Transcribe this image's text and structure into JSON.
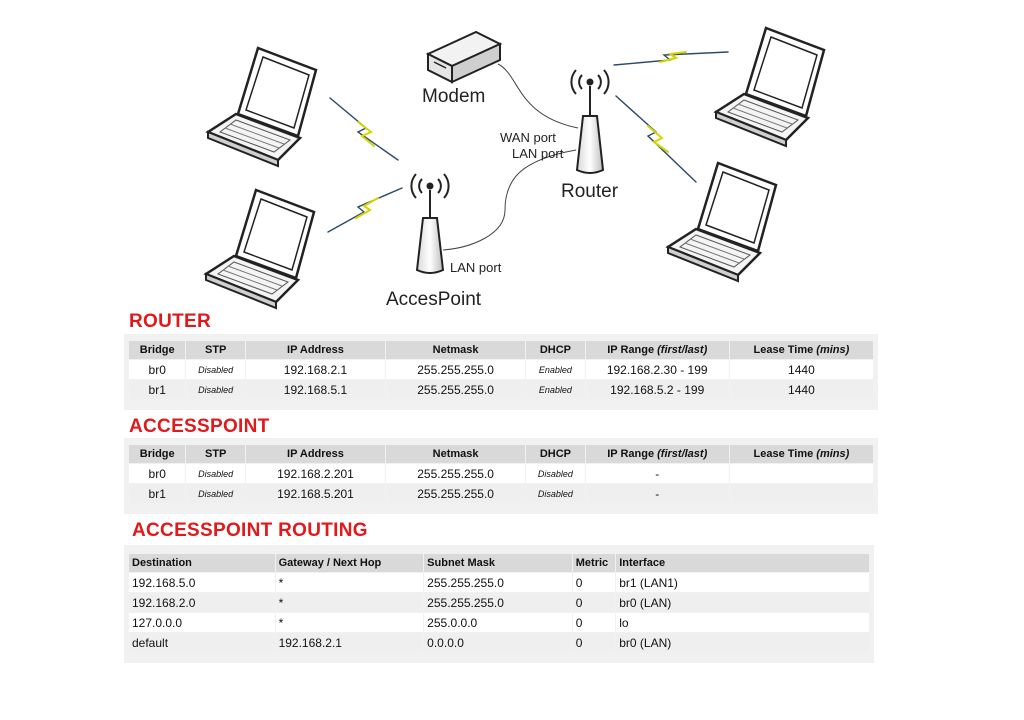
{
  "diagram": {
    "labels": {
      "modem": "Modem",
      "router": "Router",
      "access_point": "AccesPoint",
      "router_wan": "WAN port",
      "router_lan": "LAN port",
      "ap_lan": "LAN port"
    }
  },
  "router": {
    "title": "ROUTER",
    "headers": [
      "Bridge",
      "STP",
      "IP Address",
      "Netmask",
      "DHCP",
      "IP Range",
      "Lease Time"
    ],
    "header_notes": {
      "ip_range": "(first/last)",
      "lease": "(mins)"
    },
    "rows": [
      [
        "br0",
        "Disabled",
        "192.168.2.1",
        "255.255.255.0",
        "Enabled",
        "192.168.2.30 - 199",
        "1440"
      ],
      [
        "br1",
        "Disabled",
        "192.168.5.1",
        "255.255.255.0",
        "Enabled",
        "192.168.5.2 - 199",
        "1440"
      ]
    ]
  },
  "accesspoint": {
    "title": "ACCESSPOINT",
    "headers": [
      "Bridge",
      "STP",
      "IP Address",
      "Netmask",
      "DHCP",
      "IP Range",
      "Lease Time"
    ],
    "header_notes": {
      "ip_range": "(first/last)",
      "lease": "(mins)"
    },
    "rows": [
      [
        "br0",
        "Disabled",
        "192.168.2.201",
        "255.255.255.0",
        "Disabled",
        "-",
        ""
      ],
      [
        "br1",
        "Disabled",
        "192.168.5.201",
        "255.255.255.0",
        "Disabled",
        "-",
        ""
      ]
    ]
  },
  "routing": {
    "title": "ACCESSPOINT ROUTING",
    "headers": [
      "Destination",
      "Gateway / Next Hop",
      "Subnet Mask",
      "Metric",
      "Interface"
    ],
    "rows": [
      [
        "192.168.5.0",
        "*",
        "255.255.255.0",
        "0",
        "br1 (LAN1)"
      ],
      [
        "192.168.2.0",
        "*",
        "255.255.255.0",
        "0",
        "br0 (LAN)"
      ],
      [
        "127.0.0.0",
        "*",
        "255.0.0.0",
        "0",
        "lo"
      ],
      [
        "default",
        "192.168.2.1",
        "0.0.0.0",
        "0",
        "br0 (LAN)"
      ]
    ]
  }
}
